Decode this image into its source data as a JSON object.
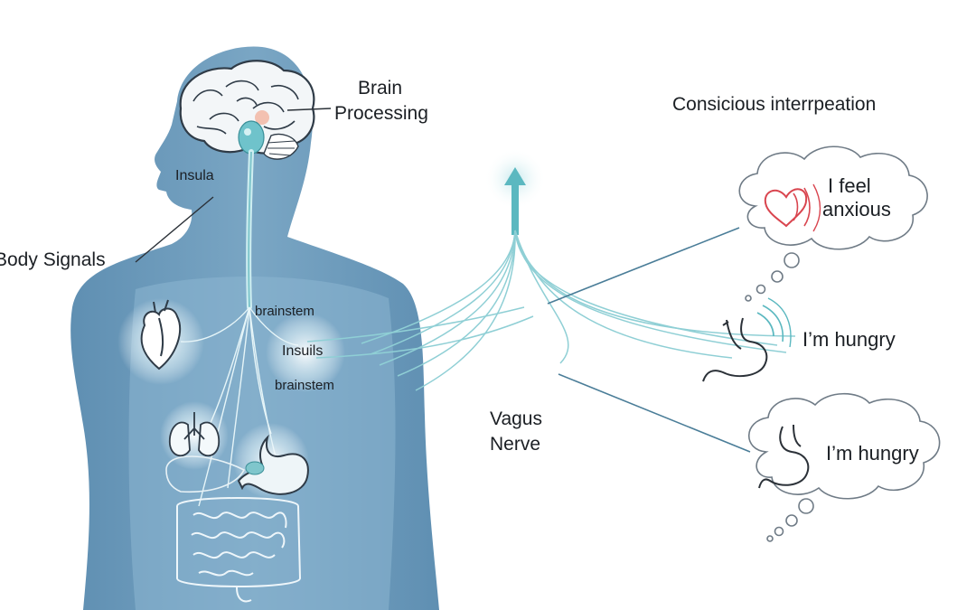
{
  "labels": {
    "brain_processing": [
      "Brain",
      "Processing"
    ],
    "conscious_interpretation": "Consicious interrpeation",
    "insula": "Insula",
    "body_signals": "Body Signals",
    "brainstem_upper": "brainstem",
    "insuils": "Insuils",
    "brainstem_lower": "brainstem",
    "vagus_nerve": [
      "Vagus",
      "Nerve"
    ]
  },
  "thoughts": [
    {
      "icon": "heart-signal-icon",
      "text": [
        "I feel",
        "anxious"
      ]
    },
    {
      "icon": "stomach-signal-icon",
      "text": "I’m hungry"
    },
    {
      "icon": "stomach-icon",
      "text": "I’m hungry"
    }
  ],
  "colors": {
    "body_fill": "#6a98ba",
    "body_light": "#9dc0d8",
    "nerve": "#7fc6cc",
    "accent_teal": "#5bb8c0",
    "heart_red": "#d9454f",
    "line_dark": "#2b3138"
  }
}
